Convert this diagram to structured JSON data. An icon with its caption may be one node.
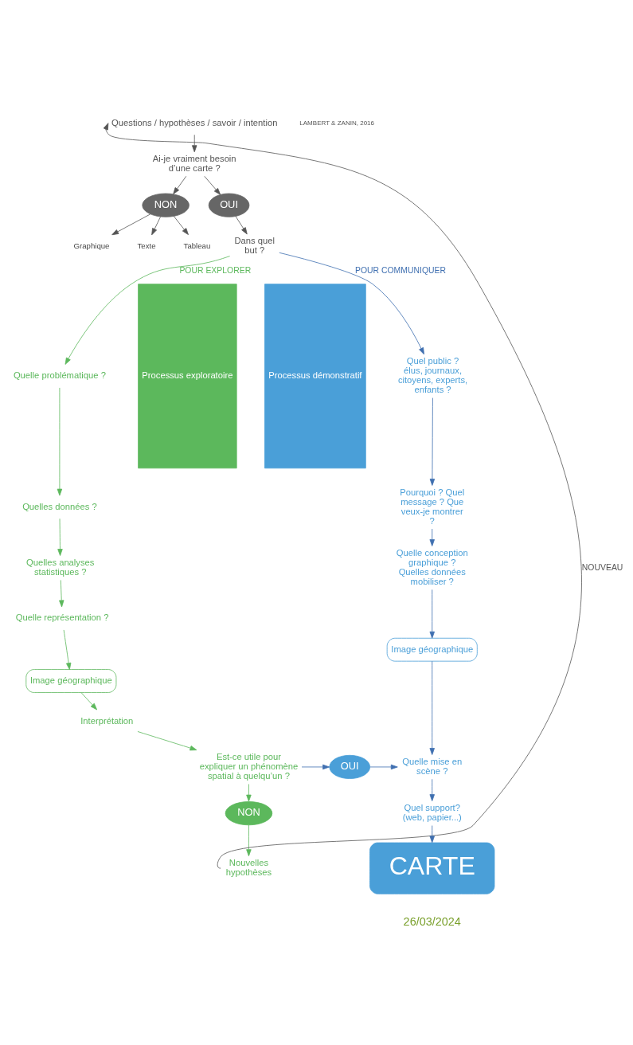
{
  "diagram": {
    "nodes": [
      {
        "text": [
          "Questions / hypothèses / savoir / intention"
        ]
      },
      {
        "text": [
          "Ai-je vraiment besoin d’une carte ?"
        ]
      },
      {
        "text": [
          "NON"
        ]
      },
      {
        "text": [
          "OUI"
        ]
      },
      {
        "text": [
          "Graphique"
        ]
      },
      {
        "text": [
          "Texte"
        ]
      },
      {
        "text": [
          "Tableau"
        ]
      },
      {
        "text": [
          "Dans quel but ?"
        ]
      },
      {
        "text": [
          "Quelle problématique ?"
        ]
      },
      {
        "text": [
          "Quelles données ?"
        ]
      },
      {
        "text": [
          "Quelles analyses statistiques ?"
        ]
      },
      {
        "text": [
          "Quelle représentation ?"
        ]
      },
      {
        "text": [
          "Image géographique"
        ]
      },
      {
        "text": [
          "Interprétation"
        ]
      },
      {
        "text": [
          "Est-ce utile pour expliquer un phénomène spatial à quelqu’un ?"
        ]
      },
      {
        "text": [
          "OUI"
        ]
      },
      {
        "text": [
          "NON"
        ]
      },
      {
        "text": [
          "Nouvelles hypothèses"
        ]
      },
      {
        "text": [
          "Quel public ? élus, journaux, citoyens, experts, enfants ?"
        ]
      },
      {
        "text": [
          "Pourquoi ? Quel message ? Que veux-je montrer ?"
        ]
      },
      {
        "text": [
          "Quelle conception graphique ? Quelles données mobiliser ?"
        ]
      },
      {
        "text": [
          "Image géographique"
        ]
      },
      {
        "text": [
          "Quelle mise en scène ?"
        ]
      },
      {
        "text": [
          "Quel support?",
          "(web, papier...)"
        ]
      },
      {
        "text": [
          "CARTE"
        ]
      },
      {
        "text": [
          "Processus exploratoire"
        ]
      },
      {
        "text": [
          "Processus démonstratif"
        ]
      }
    ],
    "edges": [
      {
        "from": 0,
        "to": 1,
        "arrow": "to",
        "color": "#555555"
      },
      {
        "from": 1,
        "to": 2,
        "arrow": "to",
        "color": "#555555"
      },
      {
        "from": 1,
        "to": 3,
        "arrow": "to",
        "color": "#555555"
      },
      {
        "from": 2,
        "to": 4,
        "arrow": "to",
        "color": "#555555"
      },
      {
        "from": 2,
        "to": 5,
        "arrow": "to",
        "color": "#555555"
      },
      {
        "from": 2,
        "to": 6,
        "arrow": "to",
        "color": "#555555"
      },
      {
        "from": 3,
        "to": 7,
        "arrow": "to",
        "color": "#555555"
      },
      {
        "from": 7,
        "to": 8,
        "arrow": "to",
        "label": "POUR EXPLORER",
        "color": "#5cb85c"
      },
      {
        "from": 7,
        "to": 18,
        "arrow": "to",
        "label": "POUR COMMUNIQUER",
        "color": "#3f6fb0"
      },
      {
        "from": 8,
        "to": 9,
        "arrow": "to",
        "color": "#5cb85c"
      },
      {
        "from": 9,
        "to": 10,
        "arrow": "to",
        "color": "#5cb85c"
      },
      {
        "from": 10,
        "to": 11,
        "arrow": "to",
        "color": "#5cb85c"
      },
      {
        "from": 11,
        "to": 12,
        "arrow": "to",
        "color": "#5cb85c"
      },
      {
        "from": 12,
        "to": 13,
        "arrow": "to",
        "color": "#5cb85c"
      },
      {
        "from": 13,
        "to": 14,
        "arrow": "to",
        "color": "#5cb85c"
      },
      {
        "from": 14,
        "to": 15,
        "arrow": "to",
        "color": "#3f6fb0"
      },
      {
        "from": 15,
        "to": 22,
        "arrow": "to",
        "color": "#3f6fb0"
      },
      {
        "from": 14,
        "to": 16,
        "arrow": "to",
        "color": "#5cb85c"
      },
      {
        "from": 16,
        "to": 17,
        "arrow": "to",
        "color": "#5cb85c"
      },
      {
        "from": 17,
        "to": 0,
        "arrow": "to",
        "label": "NOUVEAU",
        "color": "#555555"
      },
      {
        "from": 18,
        "to": 19,
        "arrow": "to",
        "color": "#3f6fb0"
      },
      {
        "from": 19,
        "to": 20,
        "arrow": "to",
        "color": "#3f6fb0"
      },
      {
        "from": 20,
        "to": 21,
        "arrow": "to",
        "color": "#3f6fb0"
      },
      {
        "from": 21,
        "to": 22,
        "arrow": "to",
        "color": "#3f6fb0"
      },
      {
        "from": 22,
        "to": 23,
        "arrow": "to",
        "color": "#3f6fb0"
      },
      {
        "from": 23,
        "to": 24,
        "arrow": "to",
        "color": "#3f6fb0"
      }
    ],
    "labels": [
      "LAMBERT & ZANIN, 2016",
      "26/03/2024"
    ]
  }
}
